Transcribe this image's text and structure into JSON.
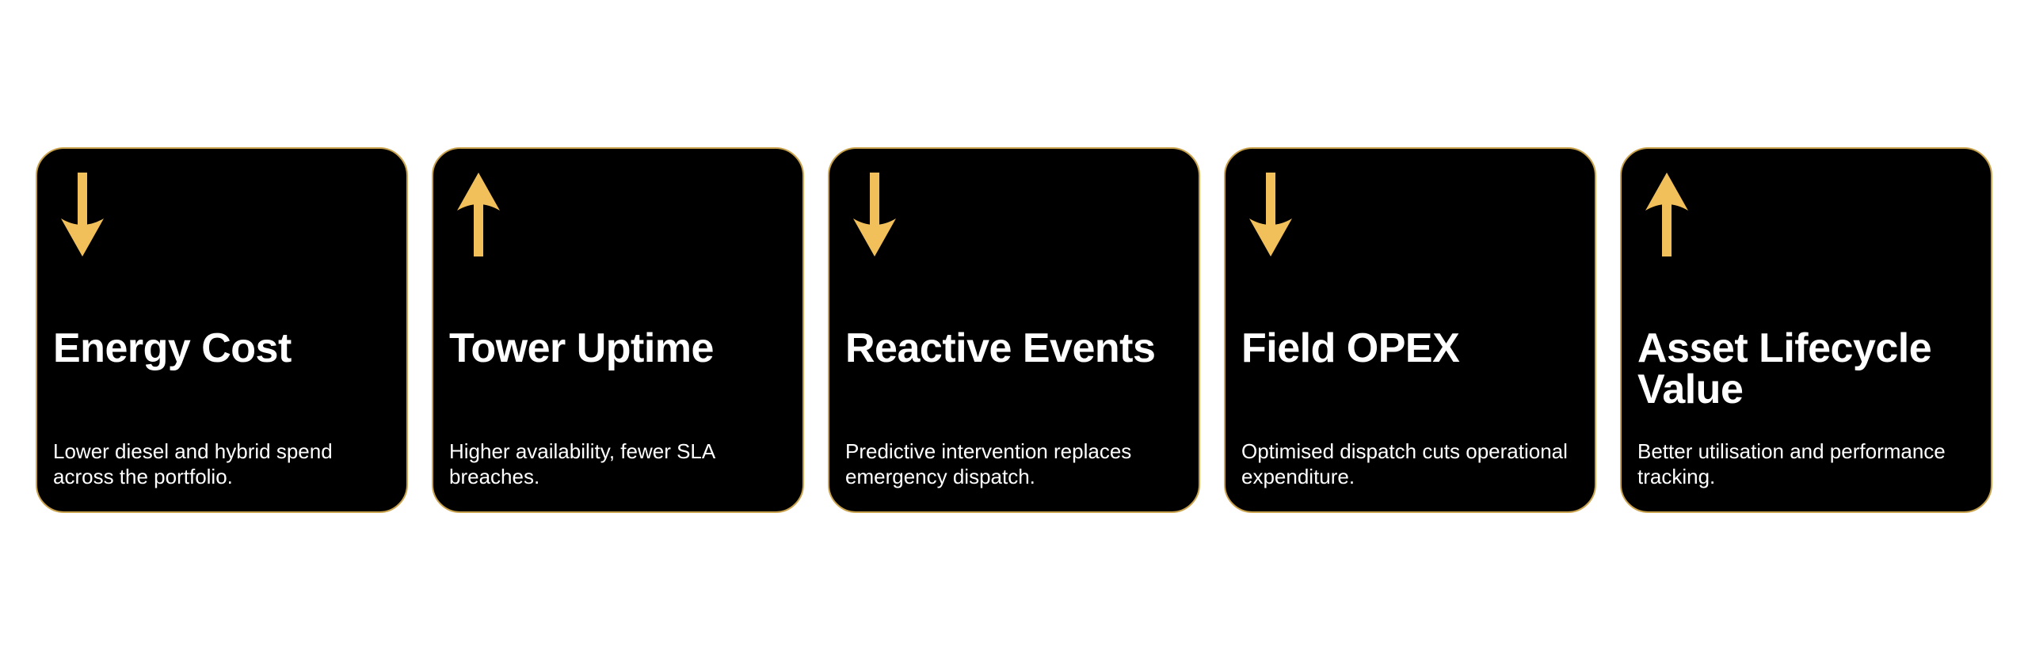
{
  "colors": {
    "background": "#ffffff",
    "card_background": "#000000",
    "card_border": "#c9a24e",
    "accent": "#f2c05a",
    "text": "#ffffff"
  },
  "cards": [
    {
      "icon": "arrow-down-icon",
      "title": "Energy Cost",
      "description": "Lower diesel and hybrid spend across the portfolio."
    },
    {
      "icon": "arrow-up-icon",
      "title": "Tower Uptime",
      "description": "Higher availability, fewer SLA breaches."
    },
    {
      "icon": "arrow-down-icon",
      "title": "Reactive Events",
      "description": "Predictive intervention replaces emergency dispatch."
    },
    {
      "icon": "arrow-down-icon",
      "title": "Field OPEX",
      "description": "Optimised dispatch cuts operational expenditure."
    },
    {
      "icon": "arrow-up-icon",
      "title": "Asset Lifecycle Value",
      "description": "Better utilisation and performance tracking."
    }
  ]
}
